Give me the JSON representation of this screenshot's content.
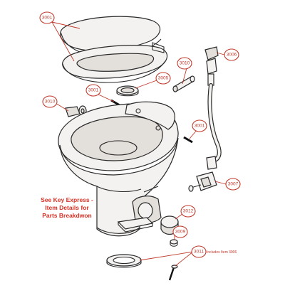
{
  "colors": {
    "callout": "#c0392b",
    "note": "#d93025",
    "line": "#2a2a2a",
    "part_fill": "#f4f2f0"
  },
  "callouts": [
    {
      "id": "seat-lid",
      "label": "3001"
    },
    {
      "id": "bolt-upper",
      "label": "3001"
    },
    {
      "id": "bolt-right",
      "label": "3001"
    },
    {
      "id": "grommet",
      "label": "3005"
    },
    {
      "id": "connector",
      "label": "3006"
    },
    {
      "id": "valve",
      "label": "3007"
    },
    {
      "id": "button",
      "label": "3009"
    },
    {
      "id": "tube",
      "label": "3010"
    },
    {
      "id": "bracket",
      "label": "3010"
    },
    {
      "id": "flange-seal",
      "label": "3011"
    },
    {
      "id": "pedal-cap",
      "label": "3012"
    }
  ],
  "note": {
    "lines": [
      "See Key Express -",
      "Item Details for",
      "Parts Breakdwon"
    ]
  },
  "includes_note": "Includes Item 3006"
}
